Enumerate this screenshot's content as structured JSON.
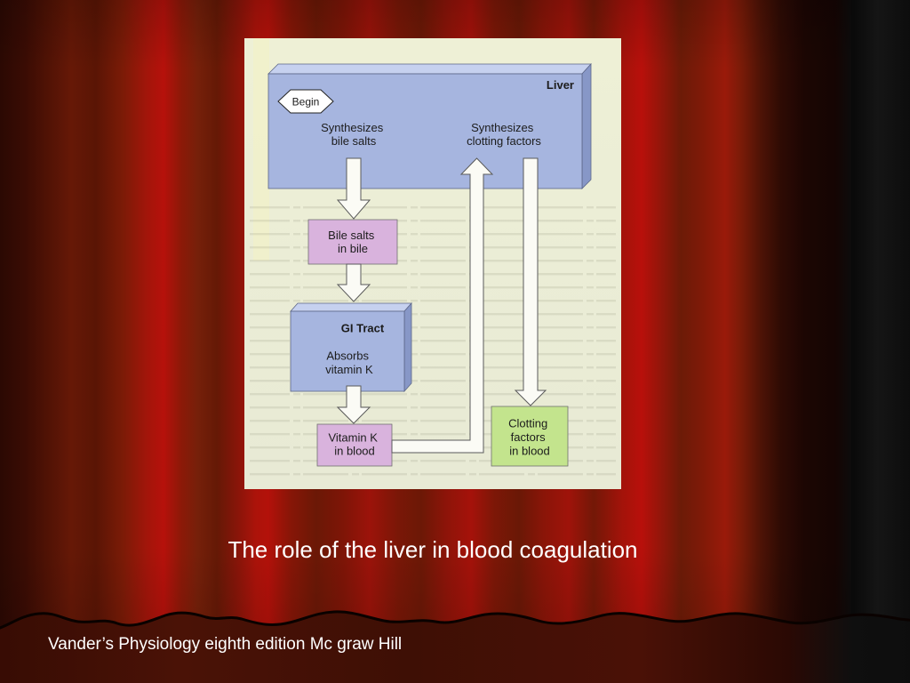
{
  "slide": {
    "caption": "The role of the liver in blood coagulation",
    "footer": "Vander’s Physiology eighth edition Mc graw Hill"
  },
  "diagram": {
    "liver": {
      "title": "Liver",
      "start_label": "Begin",
      "bile_synthesis": [
        "Synthesizes",
        "bile salts"
      ],
      "clotting_synthesis": [
        "Synthesizes",
        "clotting factors"
      ]
    },
    "bile_salts": [
      "Bile salts",
      "in bile"
    ],
    "gi_tract": {
      "title": "GI Tract",
      "action": [
        "Absorbs",
        "vitamin K"
      ]
    },
    "vitamin_k": [
      "Vitamin K",
      "in blood"
    ],
    "clotting_factors": [
      "Clotting",
      "factors",
      "in blood"
    ]
  },
  "colors": {
    "organ_box": "#a6b5df",
    "substance_box": "#d9b3dd",
    "product_box": "#c3e48d",
    "arrow": "#fbfbf5"
  }
}
